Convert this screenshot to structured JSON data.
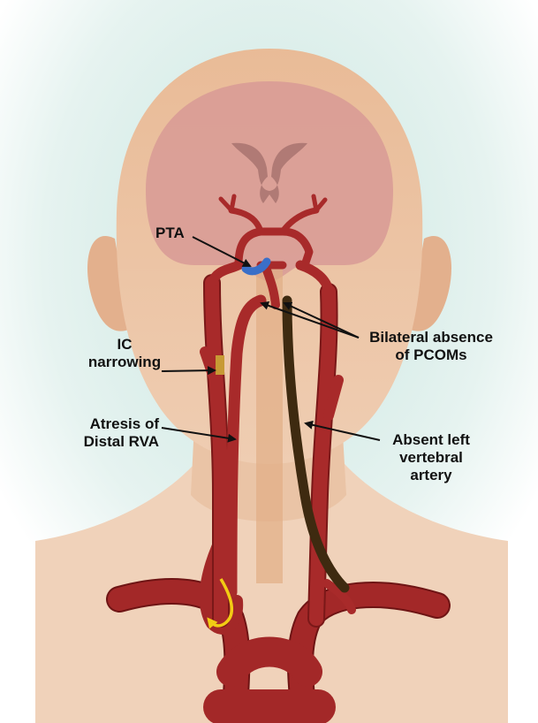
{
  "labels": {
    "pta": "PTA",
    "ic_narrowing": "IC\nnarrowing",
    "bilateral_absence": "Bilateral absence\nof PCOMs",
    "atresis": "Atresis of\nDistal RVA",
    "absent_vertebral": "Absent left\nvertebral\nartery"
  },
  "colors": {
    "artery": "#9c2424",
    "artery_dark": "#6e1414",
    "absent_vessel": "#3e2a10",
    "pta_vessel": "#3a6fc8",
    "flow_arrow": "#f2cc14",
    "narrowing": "#c79a34",
    "skin": "#e8b994",
    "brain": "#d49490",
    "ventricle": "#b37f7a",
    "background_glow": "#d4ebe6"
  }
}
